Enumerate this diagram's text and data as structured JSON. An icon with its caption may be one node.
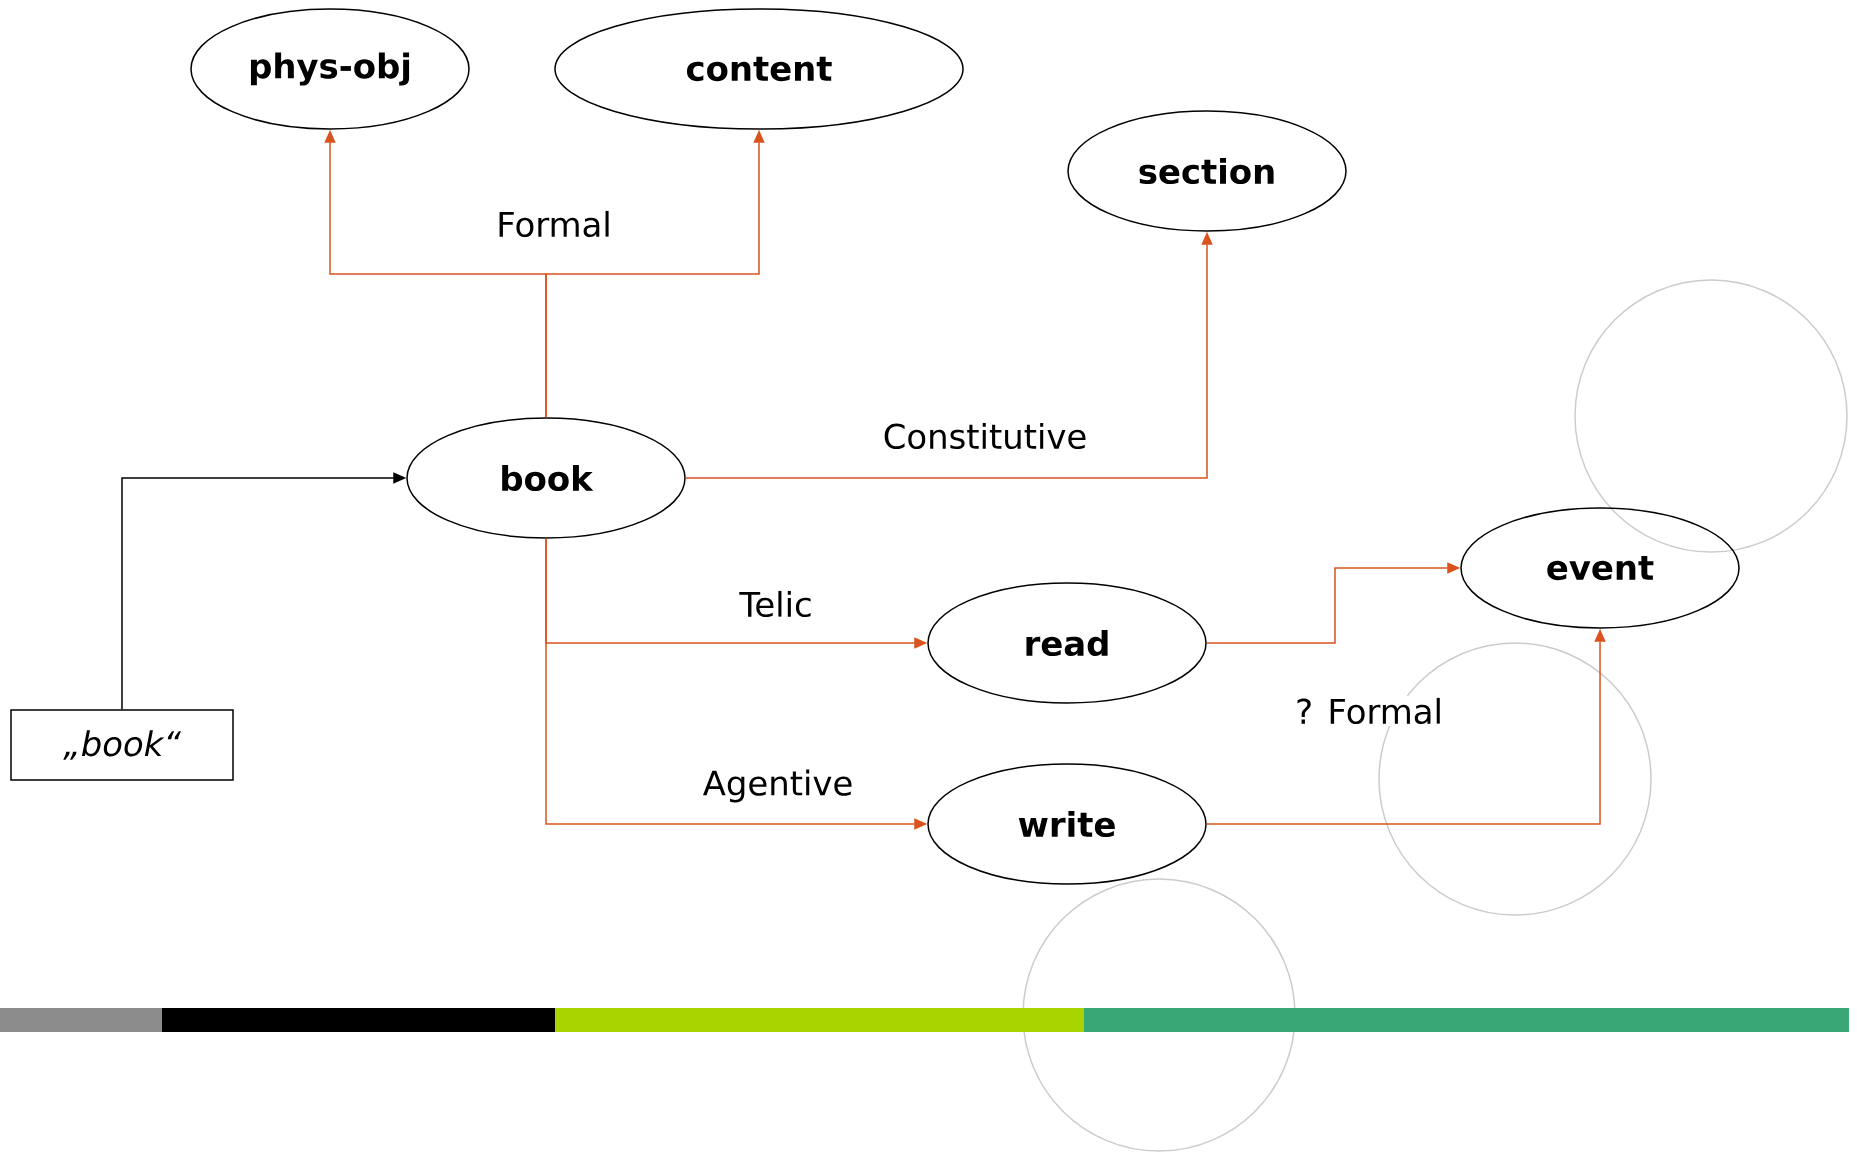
{
  "diagram": {
    "nodes": [
      {
        "text": [
          "phys-obj"
        ]
      },
      {
        "text": [
          "content"
        ]
      },
      {
        "text": [
          "section"
        ]
      },
      {
        "text": [
          "book"
        ]
      },
      {
        "text": [
          "event"
        ]
      },
      {
        "text": [
          "read"
        ]
      },
      {
        "text": [
          "write"
        ]
      },
      {
        "text": [
          "„book“"
        ]
      }
    ],
    "edges": [
      {
        "from": 7,
        "to": 3,
        "arrow": "to",
        "color": "#000000"
      },
      {
        "from": 3,
        "to": 0,
        "arrow": "to",
        "label": "Formal"
      },
      {
        "from": 3,
        "to": 1,
        "arrow": "to"
      },
      {
        "from": 3,
        "to": 2,
        "arrow": "to",
        "label": "Constitutive"
      },
      {
        "from": 3,
        "to": 5,
        "arrow": "to",
        "label": "Telic"
      },
      {
        "from": 3,
        "to": 6,
        "arrow": "to",
        "label": "Agentive"
      },
      {
        "from": 5,
        "to": 4,
        "arrow": "to"
      },
      {
        "from": 6,
        "to": 4,
        "arrow": "to",
        "label": "? Formal"
      }
    ]
  }
}
